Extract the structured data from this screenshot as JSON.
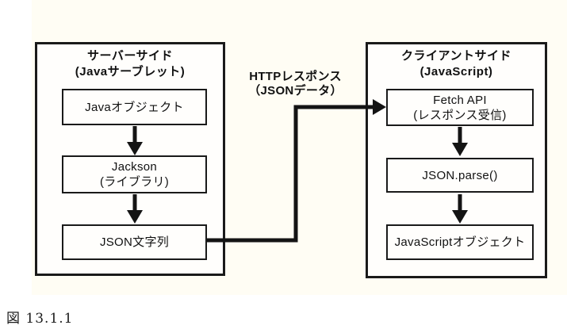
{
  "figure": {
    "caption": "図 13.1.1"
  },
  "server": {
    "title_line1": "サーバーサイド",
    "title_line2": "(Javaサーブレット)",
    "nodes": [
      {
        "line1": "Javaオブジェクト"
      },
      {
        "line1": "Jackson",
        "line2": "(ライブラリ)"
      },
      {
        "line1": "JSON文字列"
      }
    ]
  },
  "client": {
    "title_line1": "クライアントサイド",
    "title_line2": "(JavaScript)",
    "nodes": [
      {
        "line1": "Fetch API",
        "line2": "(レスポンス受信)"
      },
      {
        "line1": "JSON.parse()"
      },
      {
        "line1": "JavaScriptオブジェクト"
      }
    ]
  },
  "connector": {
    "label_line1": "HTTPレスポンス",
    "label_line2": "（JSONデータ）"
  },
  "colors": {
    "page": "#ffffff",
    "diagram_background": "#fffdf4",
    "box_fill": "#fffefc",
    "box_border": "#1a1a1a",
    "arrow": "#141414",
    "text": "#111111"
  }
}
